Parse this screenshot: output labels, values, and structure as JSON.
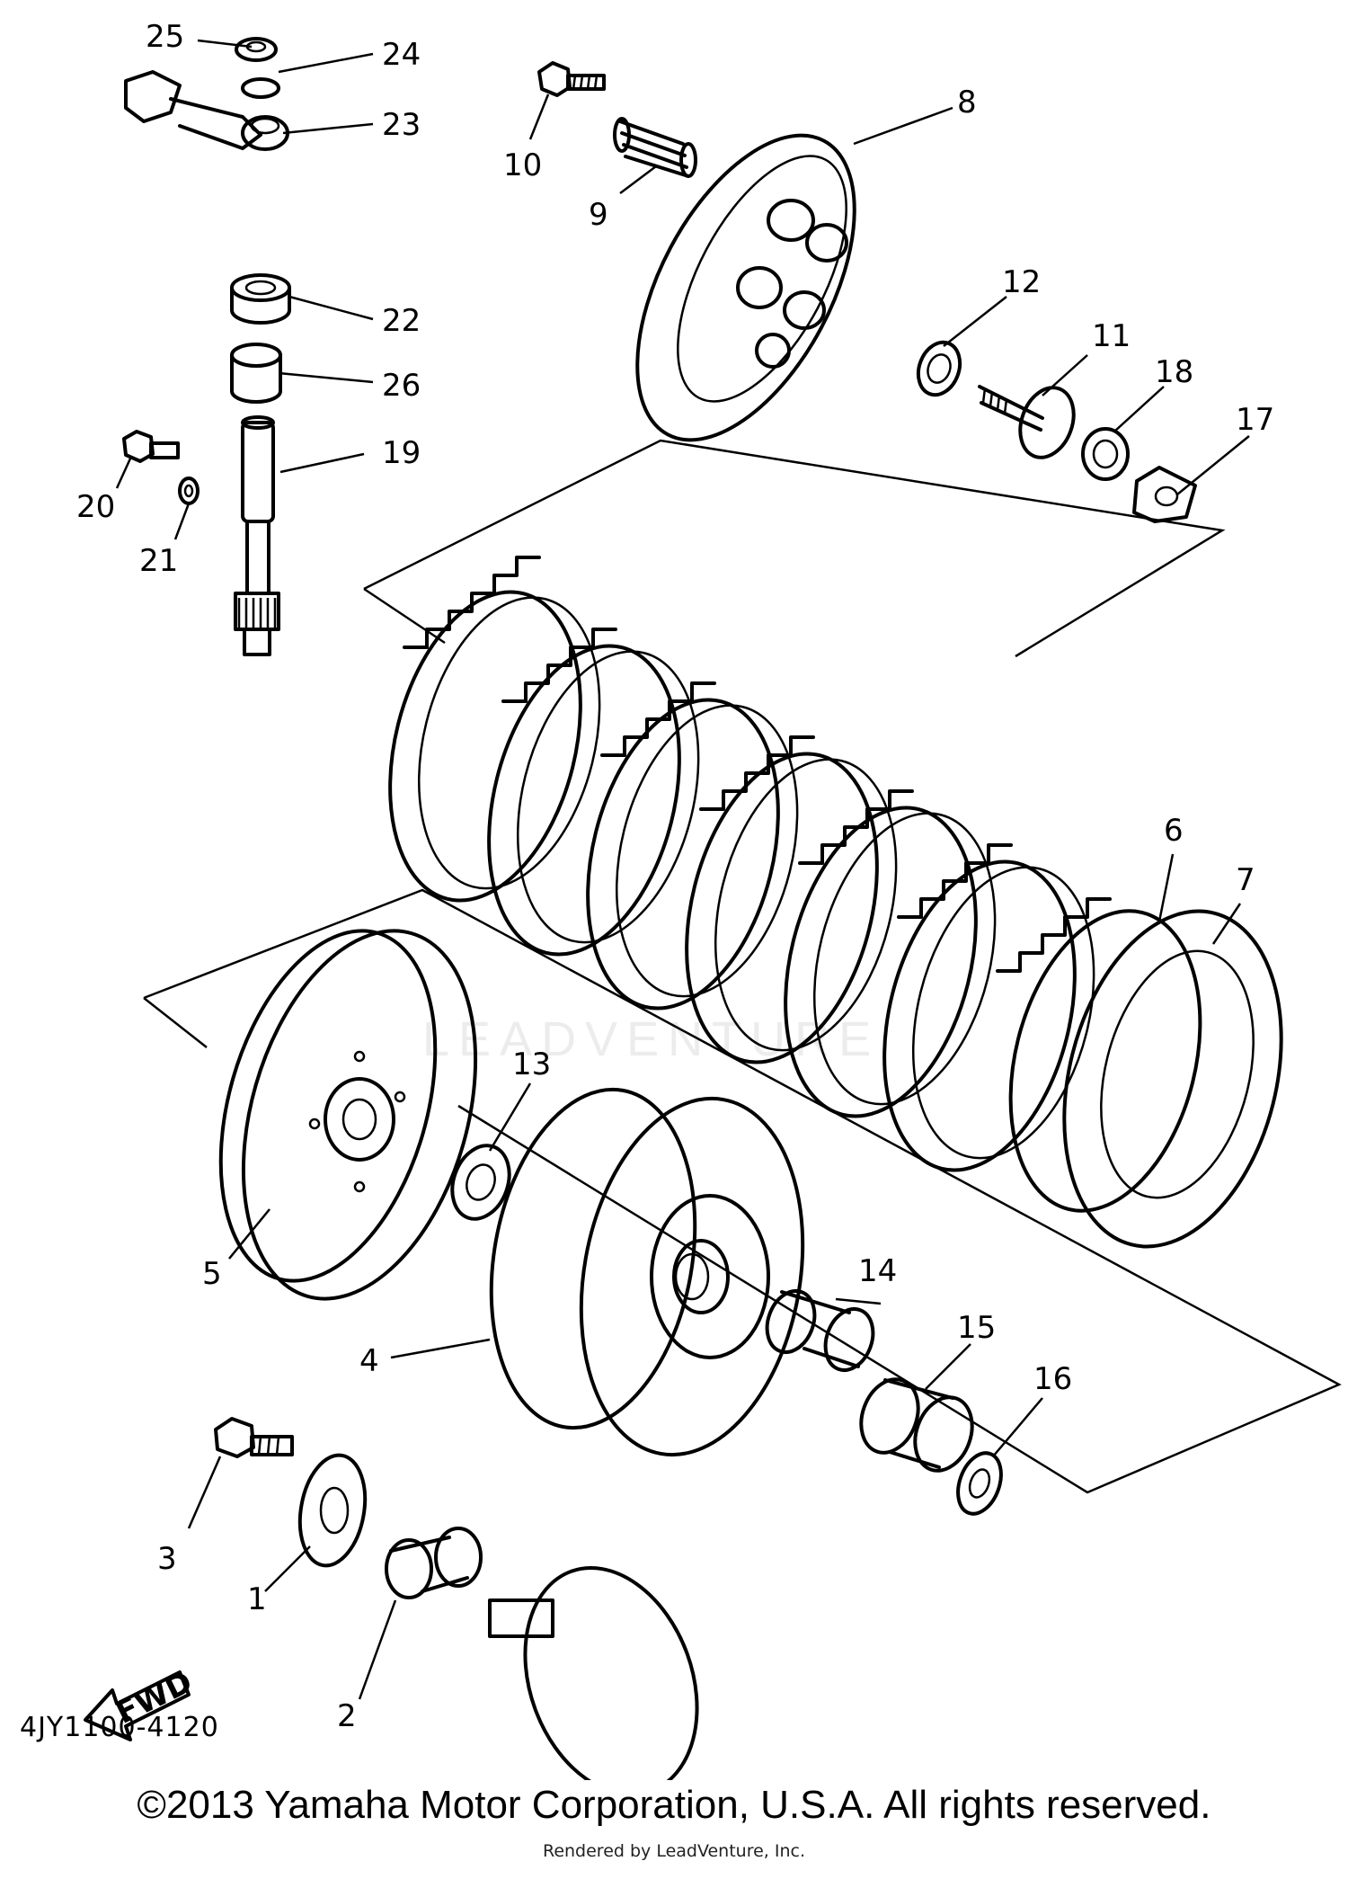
{
  "parts": [
    {
      "number": "1"
    },
    {
      "number": "2"
    },
    {
      "number": "3"
    },
    {
      "number": "4"
    },
    {
      "number": "5"
    },
    {
      "number": "6"
    },
    {
      "number": "7"
    },
    {
      "number": "8"
    },
    {
      "number": "9"
    },
    {
      "number": "10"
    },
    {
      "number": "11"
    },
    {
      "number": "12"
    },
    {
      "number": "13"
    },
    {
      "number": "14"
    },
    {
      "number": "15"
    },
    {
      "number": "16"
    },
    {
      "number": "17"
    },
    {
      "number": "18"
    },
    {
      "number": "19"
    },
    {
      "number": "20"
    },
    {
      "number": "21"
    },
    {
      "number": "22"
    },
    {
      "number": "23"
    },
    {
      "number": "24"
    },
    {
      "number": "25"
    },
    {
      "number": "26"
    }
  ],
  "fwd_arrow_label": "FWD",
  "diagram_code": "4JY1100-4120",
  "watermark_text": "LEADVENTURE",
  "copyright": "©2013 Yamaha Motor Corporation, U.S.A. All rights reserved.",
  "rendered_by": "Rendered by LeadVenture, Inc."
}
